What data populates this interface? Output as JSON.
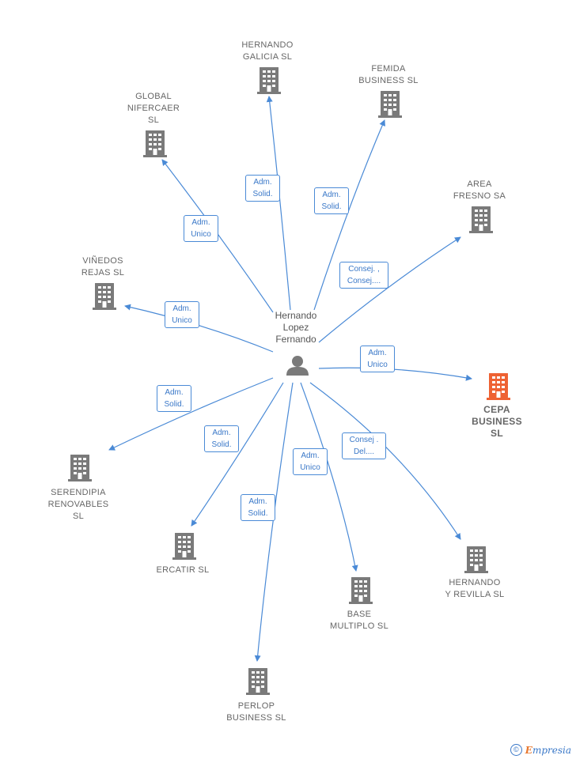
{
  "person": {
    "name": "Hernando\nLopez\nFernando"
  },
  "companies": [
    {
      "id": "hernando-galicia",
      "name": "HERNANDO\nGALICIA  SL",
      "highlight": false
    },
    {
      "id": "femida-business",
      "name": "FEMIDA\nBUSINESS  SL",
      "highlight": false
    },
    {
      "id": "global-nifercaer",
      "name": "GLOBAL\nNIFERCAER\nSL",
      "highlight": false
    },
    {
      "id": "area-fresno",
      "name": "AREA\nFRESNO SA",
      "highlight": false
    },
    {
      "id": "vinedos-rejas",
      "name": "VIÑEDOS\nREJAS  SL",
      "highlight": false
    },
    {
      "id": "cepa-business",
      "name": "CEPA\nBUSINESS\nSL",
      "highlight": true
    },
    {
      "id": "serendipia-renovables",
      "name": "SERENDIPIA\nRENOVABLES\nSL",
      "highlight": false
    },
    {
      "id": "ercatir",
      "name": "ERCATIR  SL",
      "highlight": false
    },
    {
      "id": "hernando-y-revilla",
      "name": "HERNANDO\nY REVILLA  SL",
      "highlight": false
    },
    {
      "id": "base-multiplo",
      "name": "BASE\nMULTIPLO  SL",
      "highlight": false
    },
    {
      "id": "perlop-business",
      "name": "PERLOP\nBUSINESS  SL",
      "highlight": false
    }
  ],
  "roles": {
    "hernando-galicia": "Adm.\nSolid.",
    "femida-business": "Adm.\nSolid.",
    "global-nifercaer": "Adm.\nUnico",
    "area-fresno": "Consej. ,\nConsej....",
    "vinedos-rejas": "Adm.\nUnico",
    "cepa-business": "Adm.\nUnico",
    "serendipia-renovables": "Adm.\nSolid.",
    "ercatir": "Adm.\nSolid.",
    "hernando-y-revilla": "Consej .\nDel....",
    "base-multiplo": "Adm.\nUnico",
    "perlop-business": "Adm.\nSolid."
  },
  "colors": {
    "edge": "#4a8ad6",
    "building": "#7a7a7a",
    "building_highlight": "#ee6233",
    "person": "#7a7a7a"
  },
  "footer": {
    "copyright_symbol": "©",
    "brand_first": "E",
    "brand_rest": "mpresia"
  }
}
